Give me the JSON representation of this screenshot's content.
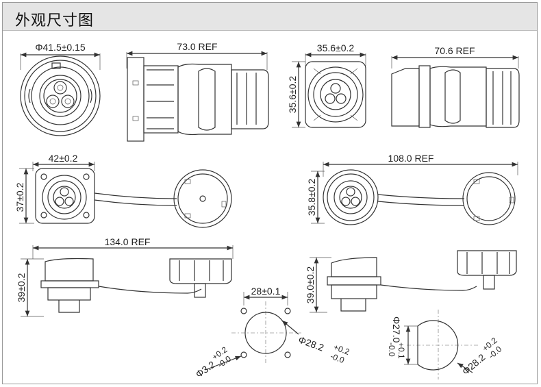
{
  "header": {
    "title": "外观尺寸图"
  },
  "dims": {
    "d1": "Φ41.5±0.15",
    "d2": "73.0 REF",
    "d3": "35.6±0.2",
    "d4": "35.6±0.2",
    "d5": "70.6 REF",
    "d6": "42±0.2",
    "d7": "37±0.2",
    "d8": "108.0 REF",
    "d9": "35.8±0.2",
    "d10": "134.0 REF",
    "d11": "39±0.2",
    "d12": "39.0±0.2",
    "d13": "28±0.1",
    "d14_main": "Φ28.2",
    "d14_tol_up": "+0.2",
    "d14_tol_dn": "-0.0",
    "d15_main": "Φ3.2",
    "d15_tol_up": "+0.2",
    "d15_tol_dn": "-0.0",
    "d16_main": "Φ27.0",
    "d16_tol_up": "+0.1",
    "d16_tol_dn": "-0.0",
    "d17_main": "Φ28.2",
    "d17_tol_up": "+0.2",
    "d17_tol_dn": "-0.0"
  }
}
